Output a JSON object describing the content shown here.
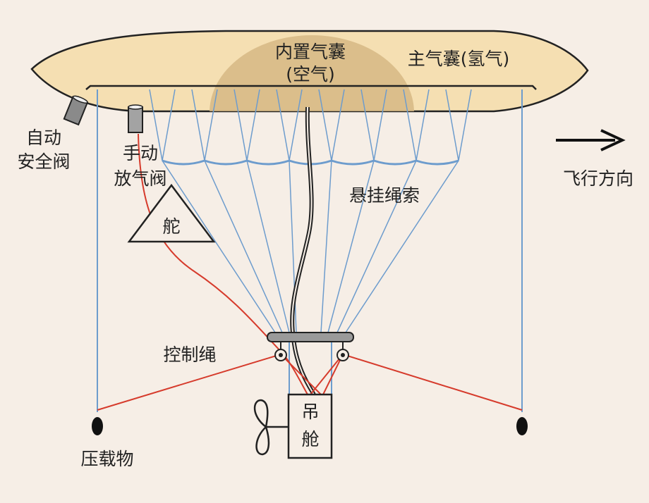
{
  "labels": {
    "inner_bag_line1": "内置气囊",
    "inner_bag_line2": "(空气)",
    "main_bag": "主气囊(氢气)",
    "auto_valve_line1": "自动",
    "auto_valve_line2": "安全阀",
    "manual_valve_line1": "手动",
    "manual_valve_line2": "放气阀",
    "rudder": "舵",
    "flight_direction": "飞行方向",
    "suspension_ropes": "悬挂绳索",
    "control_rope": "控制绳",
    "gondola_line1": "吊",
    "gondola_line2": "舱",
    "ballast": "压载物"
  },
  "colors": {
    "background": "#f6eee6",
    "envelope_fill": "#f5dfb2",
    "inner_bag_fill": "#d6b884",
    "suspension_rope": "#6d9ccd",
    "control_rope": "#d63b2c",
    "outline": "#222222"
  }
}
